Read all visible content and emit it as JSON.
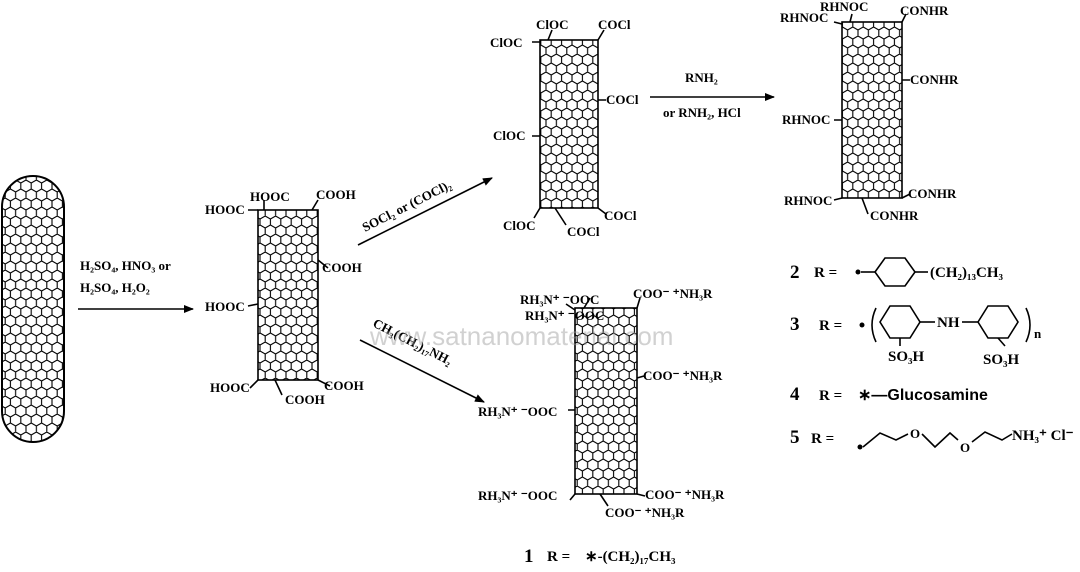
{
  "arrows": {
    "step1_line1": "H₂SO₄, HNO₃ or",
    "step1_line2": "H₂SO₄, H₂O₂",
    "step2": "SOCl₂ or (COCl)₂",
    "step3_line1": "RNH₂",
    "step3_line2": "or RNH₂, HCl",
    "step4": "CH₃(CH₂)₁₇NH₂"
  },
  "tube2": {
    "labels": [
      "HOOC",
      "HOOC",
      "COOH",
      "COOH",
      "HOOC",
      "HOOC",
      "COOH",
      "COOH"
    ]
  },
  "tube3": {
    "labels": [
      "ClOC",
      "ClOC",
      "COCl",
      "COCl",
      "ClOC",
      "ClOC",
      "COCl",
      "COCl"
    ]
  },
  "tube4": {
    "labels": [
      "RHNOC",
      "RHNOC",
      "CONHR",
      "CONHR",
      "RHNOC",
      "RHNOC",
      "CONHR",
      "CONHR"
    ]
  },
  "tube5": {
    "labels": [
      "RH₃N⁺ ⁻OOC",
      "RH₃N⁺ ⁻OOC",
      "COO⁻ ⁺NH₃R",
      "COO⁻ ⁺NH₃R",
      "RH₃N⁺ ⁻OOC",
      "RH₃N⁺ ⁻OOC",
      "COO⁻ ⁺NH₃R",
      "COO⁻ ⁺NH₃R"
    ]
  },
  "compounds": [
    {
      "number": "1",
      "prefix": "R = ",
      "formula": "∗-(CH₂)₁₇CH₃"
    },
    {
      "number": "2",
      "prefix": "R = ",
      "formula": "(CH₂)₁₃CH₃"
    },
    {
      "number": "3",
      "prefix": "R = ",
      "formula": "NH",
      "sub1": "SO₃H",
      "sub2": "SO₃H",
      "repeat": "n"
    },
    {
      "number": "4",
      "prefix": "R = ",
      "formula": "∗—Glucosamine"
    },
    {
      "number": "5",
      "prefix": "R = ",
      "formula": "NH₃⁺ Cl⁻",
      "atom": "O"
    }
  ],
  "watermark": "www.satnanomaterial.com"
}
